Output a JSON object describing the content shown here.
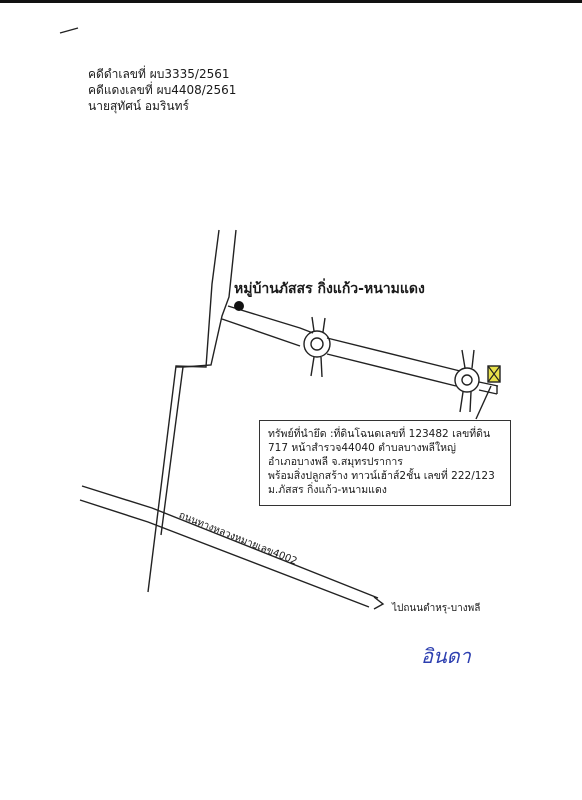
{
  "header": {
    "line1": "คดีดำเลขที่ ผบ3335/2561",
    "line2": "คดีแดงเลขที่ ผบ4408/2561",
    "line3": "นายสุทัศน์ อมรินทร์"
  },
  "map": {
    "village_label": "หมู่บ้านภัสสร กิ่งแก้ว-หนามแดง",
    "road_label": "ถนนทางหลวงหมายเลข4002",
    "destination_label": "ไปถนนตำหรุ-บางพลี",
    "ink_color": "#222222",
    "marker_color": "#e8e14a"
  },
  "info_box": {
    "line1": "ทรัพย์ที่นำยึด :ที่ดินโฉนดเลขที่ 123482 เลขที่ดิน",
    "line2": "717 หน้าสำรวจ44040 ตำบลบางพลีใหญ่",
    "line3": "อำเภอบางพลี จ.สมุทรปราการ",
    "line4": "พร้อมสิ่งปลูกสร้าง ทาวน์เฮ้าส์2ชั้น เลขที่ 222/123",
    "line5": "ม.ภัสสร กิ่งแก้ว-หนามแดง"
  },
  "signature": "อินดา"
}
